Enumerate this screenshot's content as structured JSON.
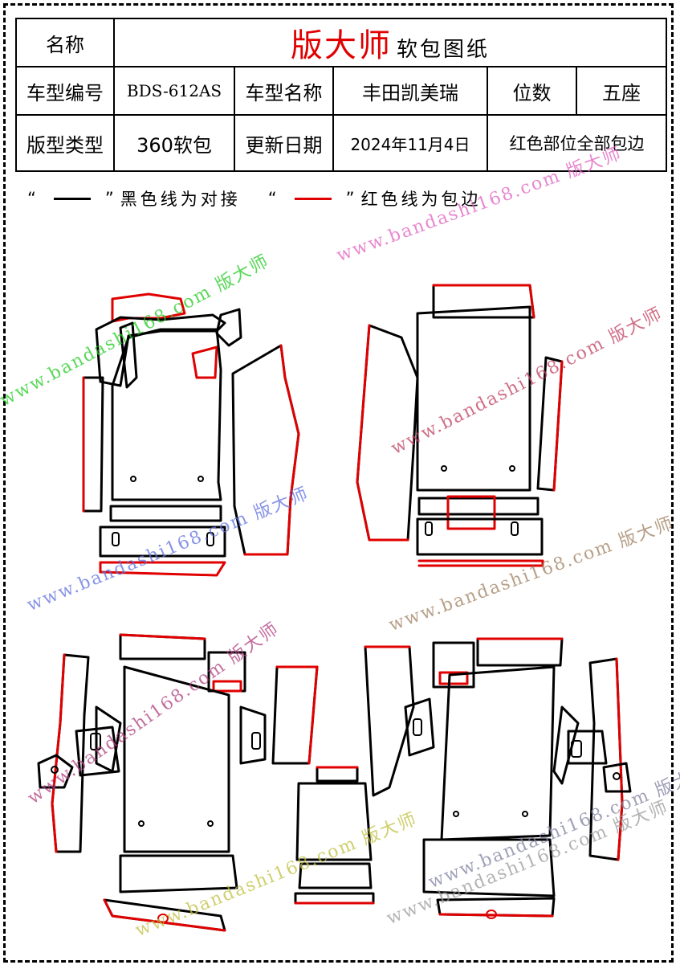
{
  "header": {
    "name_label": "名称",
    "brand": "版大师",
    "doc_title": "软包图纸",
    "model_code_label": "车型编号",
    "model_code": "BDS-612AS",
    "model_name_label": "车型名称",
    "model_name": "丰田凯美瑞",
    "seats_label": "位数",
    "seats": "五座",
    "type_label": "版型类型",
    "type": "360软包",
    "update_label": "更新日期",
    "update_date": "2024年11月4日",
    "note": "红色部位全部包边"
  },
  "legend": {
    "open_quote": "“",
    "close_quote": "”",
    "black_text": "黑色线为对接",
    "red_text": "红色线为包边",
    "black_color": "#000000",
    "red_color": "#e00000"
  },
  "watermarks": [
    {
      "text": "www.bandashi168.com 版大师",
      "color": "#22cc22"
    },
    {
      "text": "www.bandashi168.com 版大师",
      "color": "#e060c0"
    },
    {
      "text": "www.bandashi168.com 版大师",
      "color": "#c04060"
    },
    {
      "text": "www.bandashi168.com 版大师",
      "color": "#6070e0"
    },
    {
      "text": "www.bandashi168.com 版大师",
      "color": "#a08060"
    },
    {
      "text": "www.bandashi168.com 版大师",
      "color": "#b04080"
    },
    {
      "text": "www.bandashi168.com 版大师",
      "color": "#9a9a9a"
    },
    {
      "text": "www.bandashi168.com 版大师",
      "color": "#c0c040"
    },
    {
      "text": "www.bandashi168.com 版大师",
      "color": "#8080a0"
    }
  ]
}
